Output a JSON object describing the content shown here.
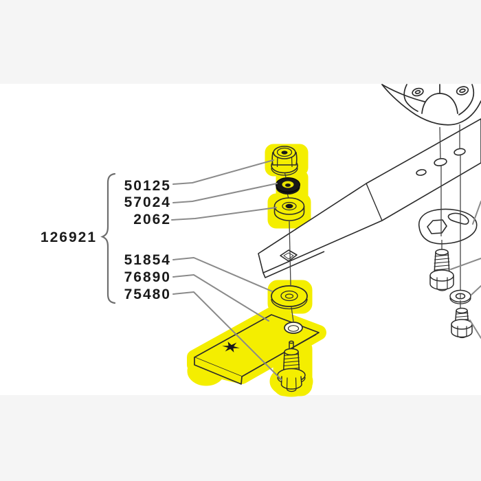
{
  "diagram": {
    "assembly_number": "126921",
    "upper_parts": [
      {
        "number": "50125"
      },
      {
        "number": "57024"
      },
      {
        "number": "2062"
      }
    ],
    "lower_parts": [
      {
        "number": "51854"
      },
      {
        "number": "76890"
      },
      {
        "number": "75480"
      }
    ]
  },
  "colors": {
    "highlight_yellow": "#f4ee00",
    "outline_black": "#2b2b2b",
    "leader_gray": "#8a8a8a",
    "text_black": "#1a1a1a",
    "page_band_gray": "#f5f5f5",
    "background_white": "#ffffff"
  }
}
